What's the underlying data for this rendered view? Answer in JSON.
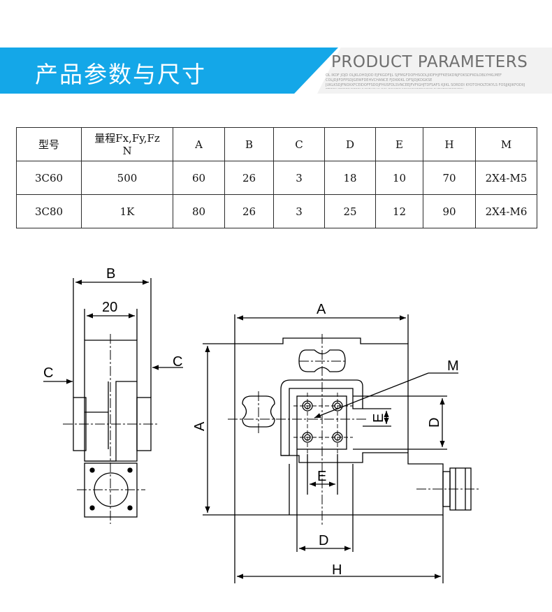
{
  "header": {
    "title_cn": "产品参数与尺寸",
    "title_en": "PRODUCT PARAMETERS",
    "subtitle_small": "OL IKDF JOJD OLJKLOHDJOD EJFKGDFIJL SJFMGFDOFHSODLJIIDFHJFFKESKDNJFOKSDFKOLOBLYHKLMEF COLJDJIFDFPSDJGEWFDEHVCHANCE FJDKKIKL DFSJDJKDGKSE JUKLKSDJFNOXXFCEIDOFFSDOJFHUSFDLSVNCEEJFVFIGHJTDFSAFS KJIKL SORDDI KYOTOHOLTDKYLS FOSJJKJIKFODIIJ FTIERJUFSDFNOFSDHUSIEUSLN SOJ ECKJDNAFIJKJOIJDFSJIKNSVIUDJIESIJFODJESI"
  },
  "table": {
    "headers": [
      {
        "line1": "型号",
        "line2": ""
      },
      {
        "line1": "量程Fx,Fy,Fz",
        "line2": "N"
      },
      {
        "line1": "A",
        "line2": ""
      },
      {
        "line1": "B",
        "line2": ""
      },
      {
        "line1": "C",
        "line2": ""
      },
      {
        "line1": "D",
        "line2": ""
      },
      {
        "line1": "E",
        "line2": ""
      },
      {
        "line1": "H",
        "line2": ""
      },
      {
        "line1": "M",
        "line2": ""
      }
    ],
    "rows": [
      [
        "3C60",
        "500",
        "60",
        "26",
        "3",
        "18",
        "10",
        "70",
        "2X4-M5"
      ],
      [
        "3C80",
        "1K",
        "80",
        "26",
        "3",
        "25",
        "12",
        "90",
        "2X4-M6"
      ]
    ]
  },
  "drawing": {
    "label_B": "B",
    "label_20": "20",
    "label_C_left": "C",
    "label_C_right": "C",
    "label_A_top": "A",
    "label_A_side": "A",
    "label_M": "M",
    "label_E_side": "E",
    "label_D_side": "D",
    "label_E_bottom": "E",
    "label_D_bottom": "D",
    "label_H": "H"
  }
}
